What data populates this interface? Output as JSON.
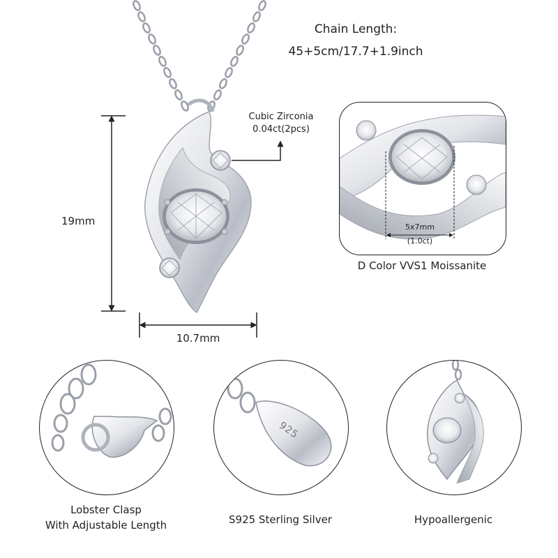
{
  "chain": {
    "title": "Chain Length:",
    "value": "45+5cm/17.7+1.9inch"
  },
  "pendant": {
    "height_label": "19mm",
    "width_label": "10.7mm",
    "side_stone_name": "Cubic Zirconia",
    "side_stone_weight": "0.04ct(2pcs)"
  },
  "main_stone": {
    "size_label": "5x7mm",
    "carat_label": "(1.0ct)",
    "caption": "D Color VVS1 Moissanite"
  },
  "features": [
    {
      "line1": "Lobster Clasp",
      "line2": "With Adjustable Length"
    },
    {
      "line1": "S925 Sterling Silver",
      "stamp": "925"
    },
    {
      "line1": "Hypoallergenic"
    }
  ],
  "colors": {
    "text": "#222222",
    "silver_light": "#f2f3f6",
    "silver_mid": "#c9ccd3",
    "silver_dark": "#8d929c",
    "background": "#ffffff"
  }
}
